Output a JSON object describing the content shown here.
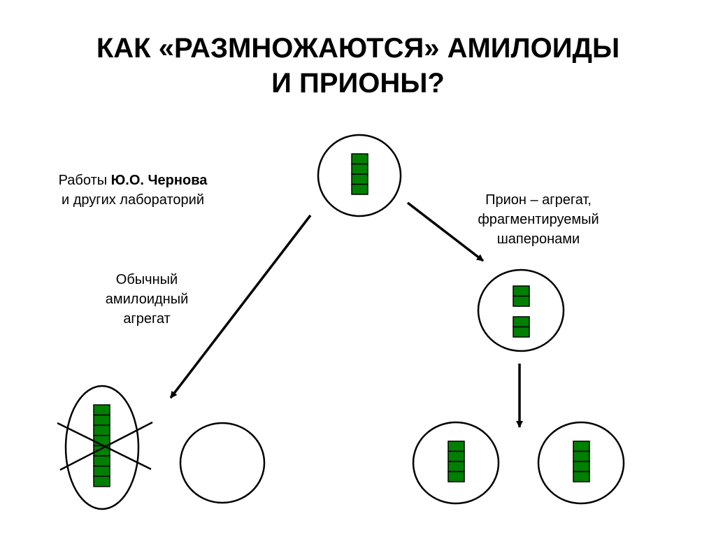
{
  "title": {
    "line1": "КАК «РАЗМНОЖАЮТСЯ» АМИЛОИДЫ",
    "line2": "И ПРИОНЫ?"
  },
  "credits": {
    "prefix": "Работы ",
    "author": "Ю.О. Чернова",
    "line2": "и других лабораторий"
  },
  "prion_label": {
    "line1": "Прион – агрегат,",
    "line2": "фрагментируемый",
    "line3": "шаперонами"
  },
  "amyloid_label": {
    "line1": "Обычный",
    "line2": "амилоидный",
    "line3": "агрегат"
  },
  "colors": {
    "aggregate_fill": "#008000",
    "stroke": "#000000",
    "background": "#ffffff"
  },
  "cells": [
    {
      "id": "parent-cell",
      "aggregate_blocks": [
        4
      ]
    },
    {
      "id": "fragmented-cell",
      "aggregate_blocks": [
        2,
        2
      ]
    },
    {
      "id": "amyloid-mother-cell",
      "aggregate_blocks": [
        8
      ],
      "crossed_out": true
    },
    {
      "id": "amyloid-daughter-cell",
      "aggregate_blocks": []
    },
    {
      "id": "prion-daughter-left",
      "aggregate_blocks": [
        4
      ]
    },
    {
      "id": "prion-daughter-right",
      "aggregate_blocks": [
        4
      ]
    }
  ]
}
